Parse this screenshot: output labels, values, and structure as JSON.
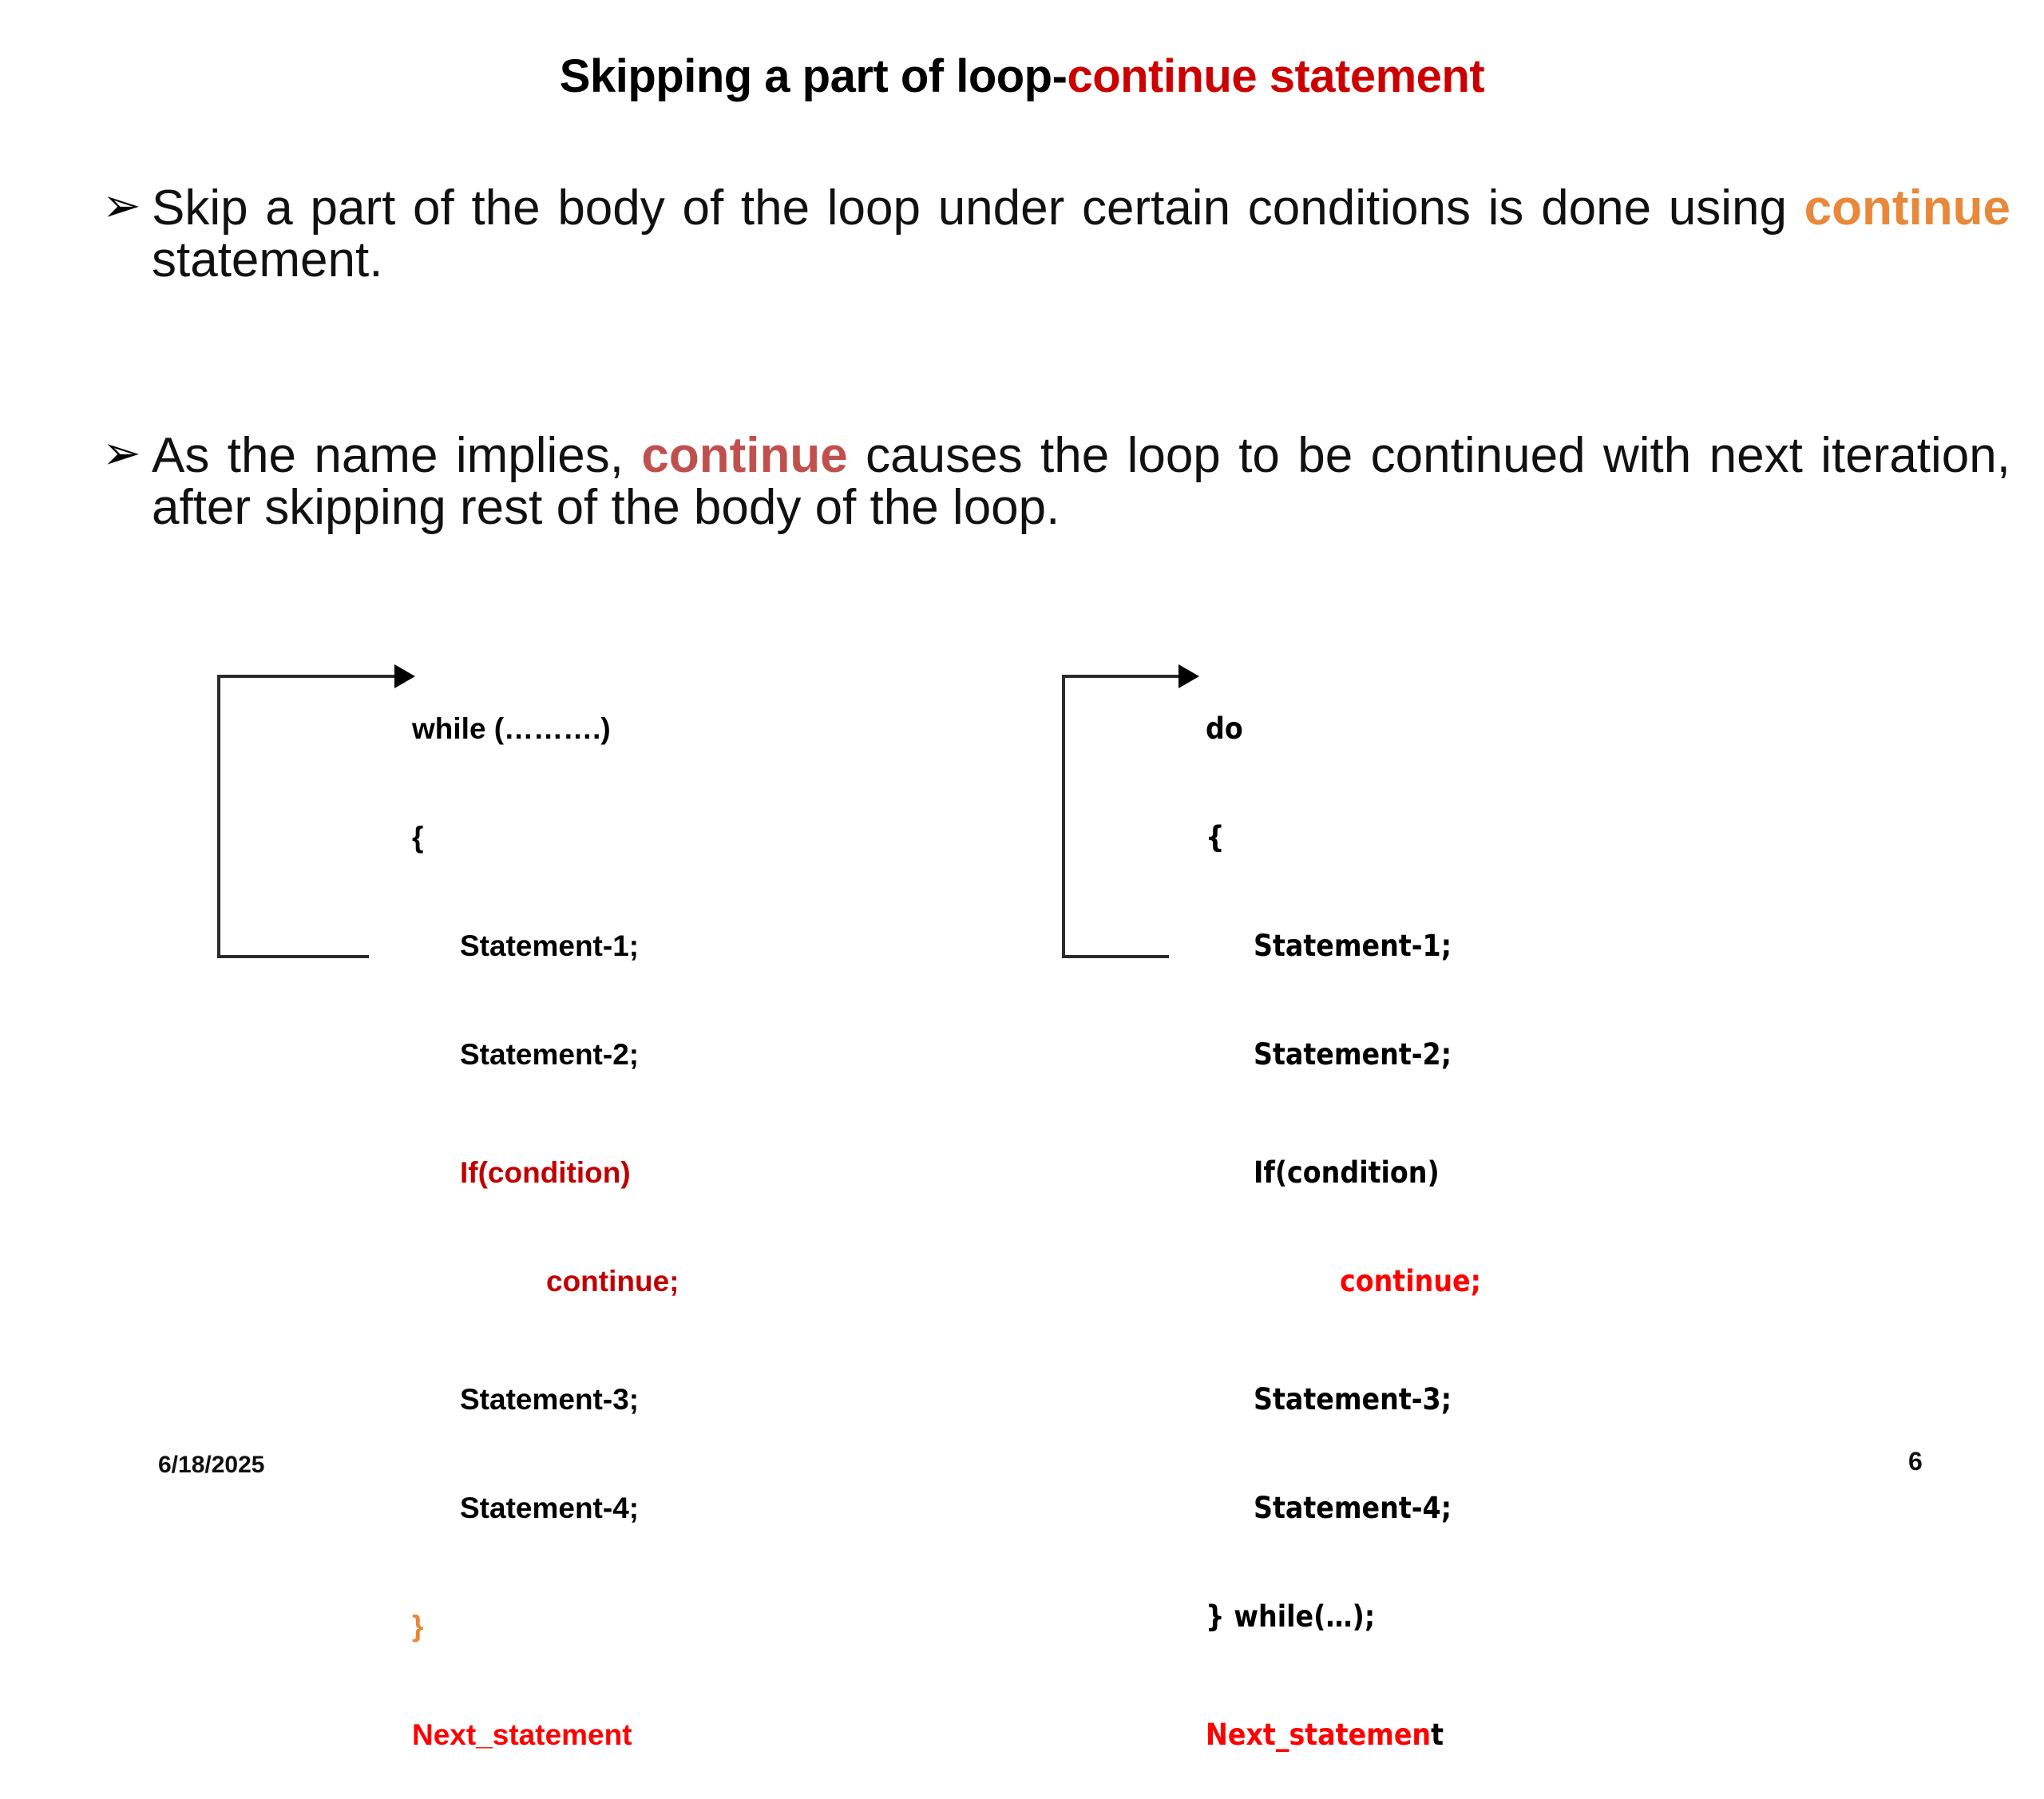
{
  "slide": {
    "title_main": "Skipping a part of loop-",
    "title_accent": "continue statement",
    "background_color": "#FFFFFF"
  },
  "bullets": [
    {
      "marker": "➢",
      "text_before": "Skip a part of the body of the loop under certain conditions is done using ",
      "keyword": "continue",
      "keyword_color": "#E8883A",
      "text_after": " statement."
    },
    {
      "marker": "➢",
      "text_before": "As the name implies, ",
      "keyword": "continue",
      "keyword_color": "#C0504D",
      "text_after": " causes the loop to be continued with next iteration, after skipping rest of the body of the loop."
    }
  ],
  "diagrams": [
    {
      "name": "while-loop-continue",
      "header": "while (……….)",
      "open_brace": "{",
      "statements_top": [
        "Statement-1;",
        "Statement-2;"
      ],
      "condition": "If(condition)",
      "condition_color": "#C00000",
      "continue_stmt": "continue;",
      "continue_color": "#C00000",
      "statements_bottom": [
        "Statement-3;",
        "Statement-4;"
      ],
      "close_brace": "}",
      "close_brace_color": "#E8883A",
      "next_statement": "Next_statement",
      "next_statement_color": "#FF0000"
    },
    {
      "name": "do-while-loop-continue",
      "header": "do",
      "open_brace": "{",
      "statements_top": [
        "Statement-1;",
        "Statement-2;"
      ],
      "condition": "If(condition)",
      "condition_color": "#000000",
      "continue_stmt": "continue;",
      "continue_color": "#FF0000",
      "statements_bottom": [
        "Statement-3;",
        "Statement-4;"
      ],
      "close_brace": "} while(…);",
      "close_brace_color": "#000000",
      "next_statement_red": "Next_statemen",
      "next_statement_black": "t",
      "next_statement_color": "#FF0000"
    }
  ],
  "footer": {
    "date": "6/18/2025",
    "page_number": "6"
  }
}
